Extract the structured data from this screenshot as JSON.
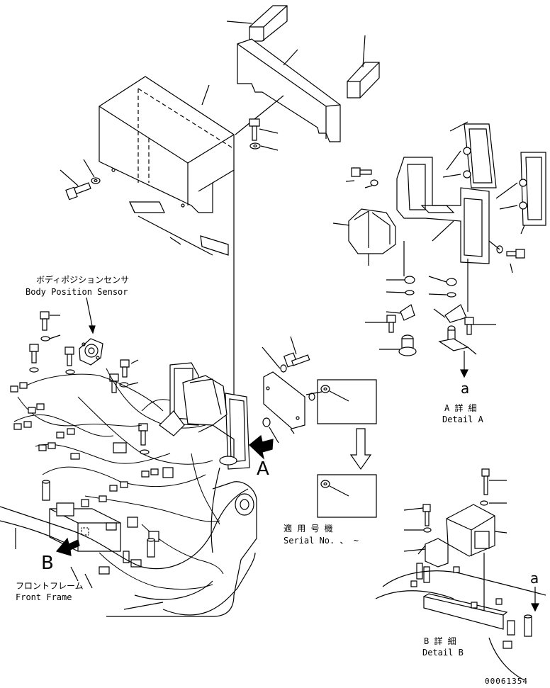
{
  "labels": {
    "body_position_sensor_jp": "ボディポジションセンサ",
    "body_position_sensor_en": "Body Position Sensor",
    "front_frame_jp": "フロントフレーム",
    "front_frame_en": "Front Frame",
    "detail_a_jp": "A 詳 細",
    "detail_a_en": "Detail A",
    "detail_b_jp": "B 詳 細",
    "detail_b_en": "Detail B",
    "serial_jp": "適 用 号 機",
    "serial_en": "Serial No.  、 ~",
    "marker_a_big": "A",
    "marker_b_big": "B",
    "marker_a_small_1": "a",
    "marker_a_small_2": "a",
    "drawing_number": "00061354"
  }
}
